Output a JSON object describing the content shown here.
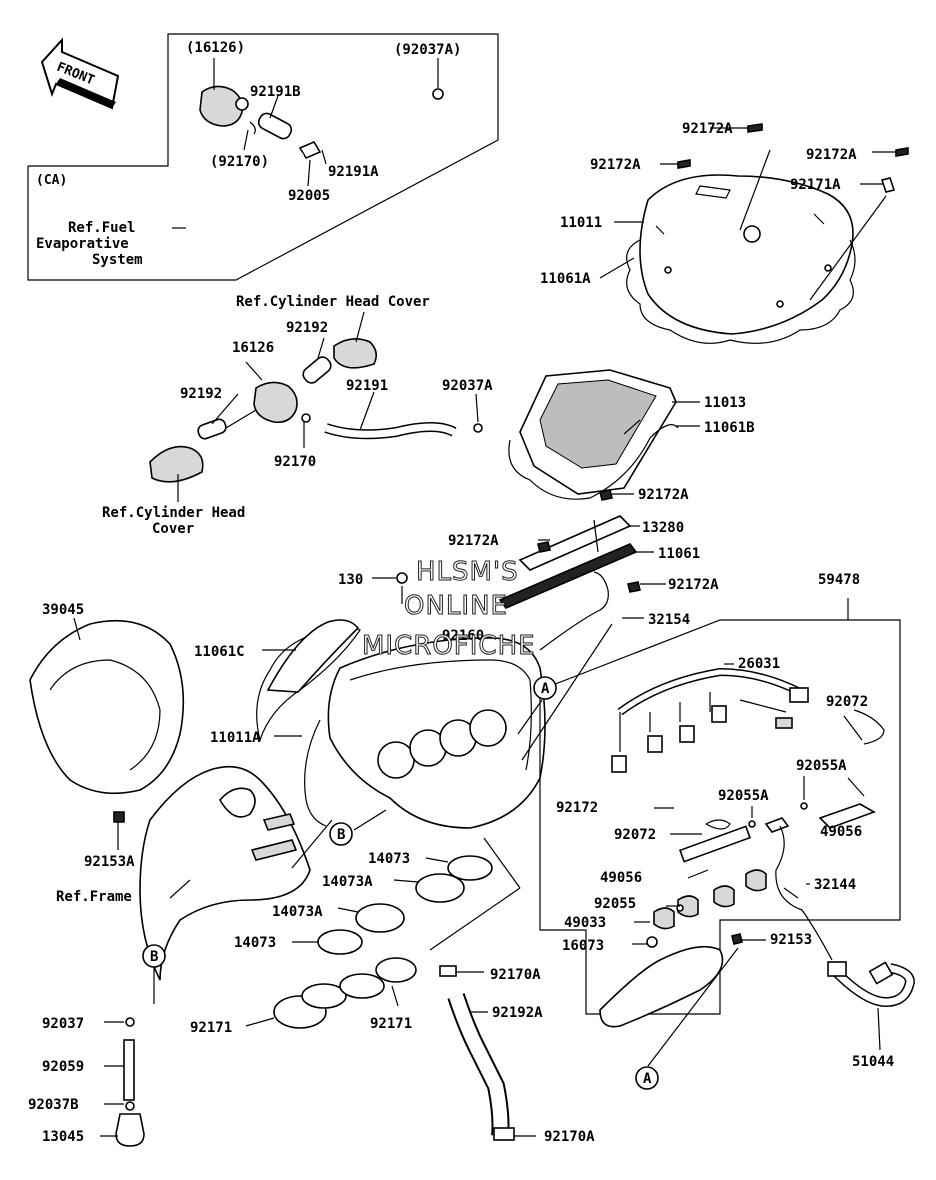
{
  "watermark": {
    "line1": "HLSM'S",
    "line2": "ONLINE",
    "line3": "MICROFICHE"
  },
  "front_arrow": {
    "label": "FRONT"
  },
  "ca_box": {
    "label": "(CA)"
  },
  "refs": {
    "fuel_evap_1": "Ref.Fuel",
    "fuel_evap_2": "Evaporative",
    "fuel_evap_3": "System",
    "cyl_head_top": "Ref.Cylinder Head Cover",
    "cyl_head_low_1": "Ref.Cylinder Head",
    "cyl_head_low_2": "Cover",
    "frame": "Ref.Frame"
  },
  "callouts": {
    "a1": "A",
    "a2": "A",
    "b1": "B",
    "b2": "B"
  },
  "parts": {
    "p16126_paren": "(16126)",
    "p92037a_paren": "(92037A)",
    "p92191b": "92191B",
    "p92170_paren": "(92170)",
    "p92191a": "92191A",
    "p92005": "92005",
    "p92172a_1": "92172A",
    "p92172a_2": "92172A",
    "p92172a_3": "92172A",
    "p92171a": "92171A",
    "p11011": "11011",
    "p11061a": "11061A",
    "p92192_top": "92192",
    "p16126": "16126",
    "p92192": "92192",
    "p92191": "92191",
    "p92037a": "92037A",
    "p92170": "92170",
    "p11013": "11013",
    "p11061b": "11061B",
    "p92172a_4": "92172A",
    "p92172a_5": "92172A",
    "p13280": "13280",
    "p11061": "11061",
    "p130": "130",
    "p92172a_6": "92172A",
    "p39045": "39045",
    "p92160": "92160",
    "p32154": "32154",
    "p59478": "59478",
    "p11061c": "11061C",
    "p26031": "26031",
    "p92072_r": "92072",
    "p11011a": "11011A",
    "p92055a_1": "92055A",
    "p92055a_2": "92055A",
    "p92172": "92172",
    "p49056_r": "49056",
    "p92072": "92072",
    "p92153a": "92153A",
    "p14073_1": "14073",
    "p14073a_1": "14073A",
    "p49056": "49056",
    "p32144": "32144",
    "p92055": "92055",
    "p14073a_2": "14073A",
    "p49033": "49033",
    "p14073_2": "14073",
    "p16073": "16073",
    "p92153": "92153",
    "p92170a_1": "92170A",
    "p92037": "92037",
    "p92171_l": "92171",
    "p92171_r": "92171",
    "p92192a": "92192A",
    "p92059": "92059",
    "p51044": "51044",
    "p92037b": "92037B",
    "p13045": "13045",
    "p92170a_2": "92170A"
  }
}
